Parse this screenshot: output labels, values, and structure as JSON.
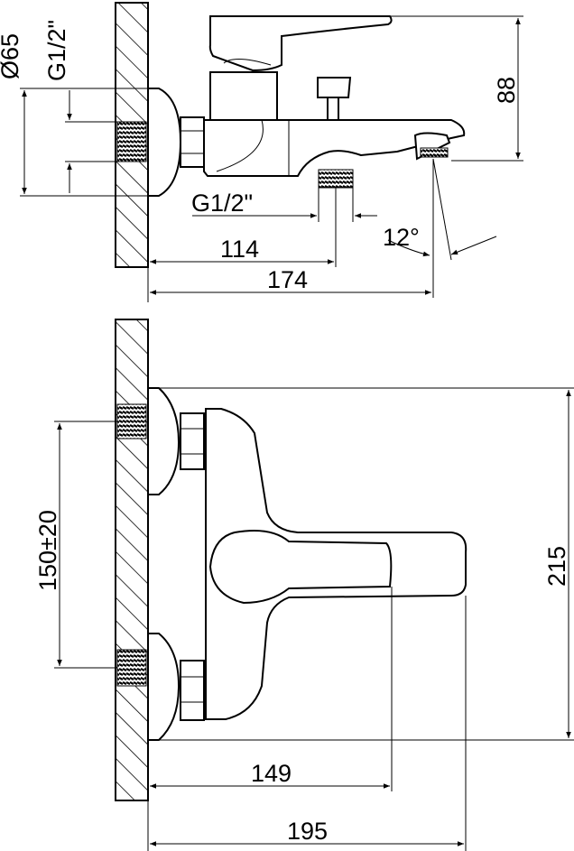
{
  "side_view": {
    "dia_label": "Ø65",
    "thread_label_vertical": "G1/2\"",
    "height_label": "88",
    "thread_label_bottom": "G1/2\"",
    "angle_label": "12°",
    "dim_114": "114",
    "dim_174": "174"
  },
  "top_view": {
    "spacing_label": "150±20",
    "height_label": "215",
    "dim_149": "149",
    "dim_195": "195"
  }
}
